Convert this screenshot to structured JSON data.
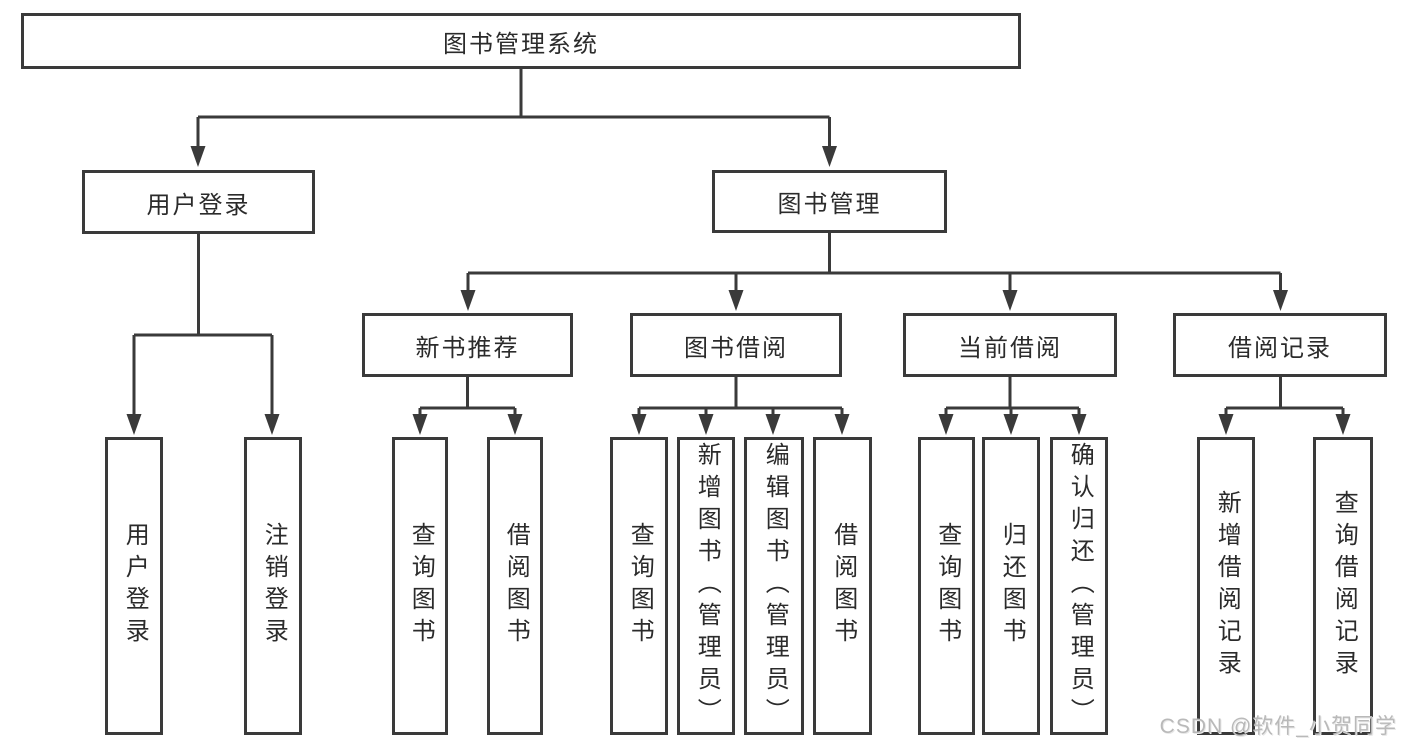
{
  "colors": {
    "line": "#3a3a3a",
    "text": "#2b2b2b",
    "watermark": "#b9b9b9",
    "background": "#ffffff"
  },
  "watermark": {
    "text": "CSDN @软件_小贺同学"
  },
  "diagram": {
    "title": "图书管理系统",
    "level2": [
      {
        "label": "用户登录"
      },
      {
        "label": "图书管理"
      }
    ],
    "level3": [
      {
        "label": "新书推荐",
        "parent": "图书管理"
      },
      {
        "label": "图书借阅",
        "parent": "图书管理"
      },
      {
        "label": "当前借阅",
        "parent": "图书管理"
      },
      {
        "label": "借阅记录",
        "parent": "图书管理"
      }
    ],
    "leaves": [
      {
        "label": "用户登录",
        "parent": "用户登录"
      },
      {
        "label": "注销登录",
        "parent": "用户登录"
      },
      {
        "label": "查询图书",
        "parent": "新书推荐"
      },
      {
        "label": "借阅图书",
        "parent": "新书推荐"
      },
      {
        "label": "查询图书",
        "parent": "图书借阅"
      },
      {
        "label": "新增图书（管理员）",
        "parent": "图书借阅"
      },
      {
        "label": "编辑图书（管理员）",
        "parent": "图书借阅"
      },
      {
        "label": "借阅图书",
        "parent": "图书借阅"
      },
      {
        "label": "查询图书",
        "parent": "当前借阅"
      },
      {
        "label": "归还图书",
        "parent": "当前借阅"
      },
      {
        "label": "确认归还（管理员）",
        "parent": "当前借阅"
      },
      {
        "label": "新增借阅记录",
        "parent": "借阅记录"
      },
      {
        "label": "查询借阅记录",
        "parent": "借阅记录"
      }
    ]
  }
}
